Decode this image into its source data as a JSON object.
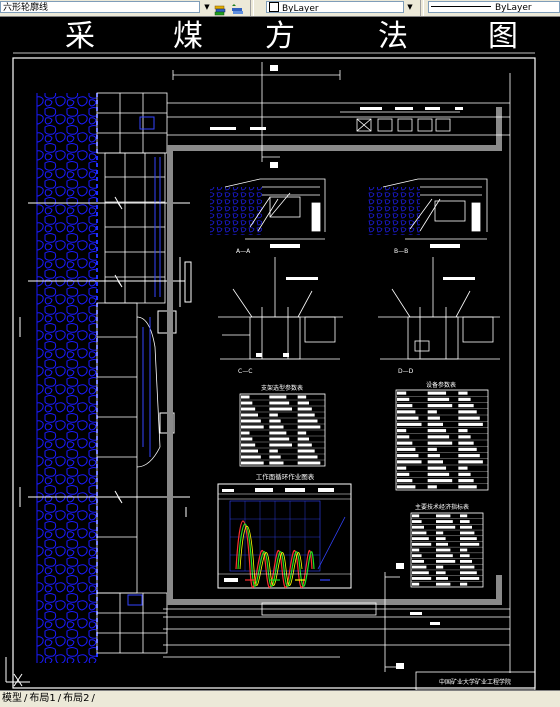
{
  "toolbar": {
    "linetype_value": "六形轮廓线",
    "color_value": "ByLayer",
    "lineweight_value": "ByLayer"
  },
  "drawing": {
    "title_chars": [
      "采",
      "煤",
      "方",
      "法",
      "图"
    ],
    "table1_title": "支架选型参数表",
    "table2_title": "设备参数表",
    "chart_title": "工作面循环作业图表",
    "table3_title": "主要技术经济指标表",
    "title_block_text": "中国矿业大学矿业工程学院",
    "section_labels": {
      "c_c": "C—C",
      "b_b": "B—B",
      "a_a": "A—A",
      "d_d": "D—D"
    }
  },
  "statusbar": {
    "tab_model": "模型",
    "tab_layout1": "布局1",
    "tab_layout2": "布局2"
  }
}
